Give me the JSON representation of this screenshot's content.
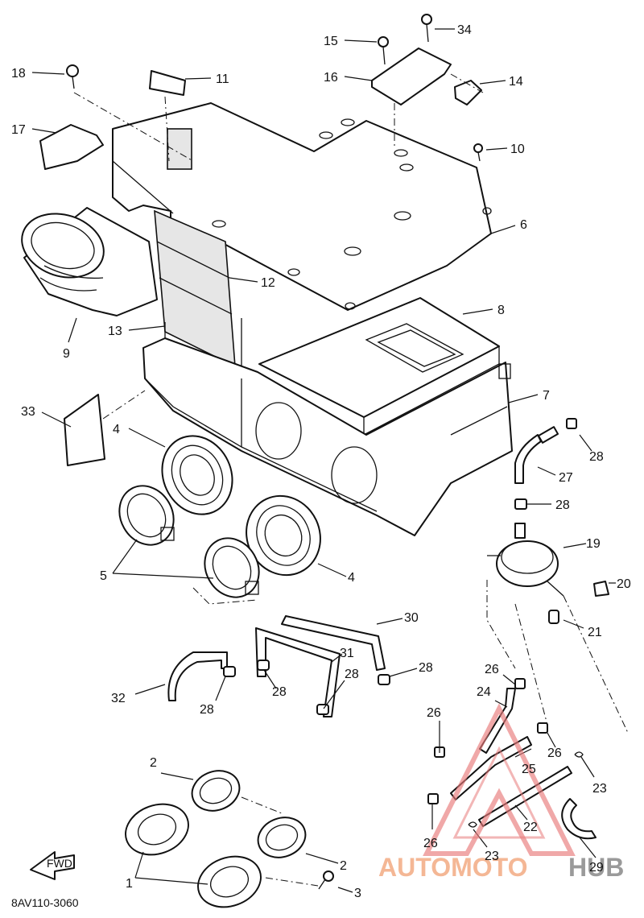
{
  "diagram": {
    "code": "8AV110-3060",
    "arrow_label": "FWD",
    "watermark": {
      "part1": "AUTOMOTO",
      "part2": "HUB",
      "color1": "#f08a5a",
      "color2": "#8a8a8a",
      "triangle_color": "#e87a7a"
    },
    "callouts": {
      "c1": "1",
      "c2a": "2",
      "c2b": "2",
      "c3": "3",
      "c4a": "4",
      "c4b": "4",
      "c5": "5",
      "c6": "6",
      "c7": "7",
      "c8": "8",
      "c9": "9",
      "c10": "10",
      "c11": "11",
      "c12": "12",
      "c13": "13",
      "c14": "14",
      "c15": "15",
      "c16": "16",
      "c17": "17",
      "c18": "18",
      "c19": "19",
      "c20": "20",
      "c21": "21",
      "c22": "22",
      "c23a": "23",
      "c23b": "23",
      "c24": "24",
      "c25": "25",
      "c26a": "26",
      "c26b": "26",
      "c26c": "26",
      "c26d": "26",
      "c27": "27",
      "c28a": "28",
      "c28b": "28",
      "c28c": "28",
      "c28d": "28",
      "c28e": "28",
      "c28f": "28",
      "c29": "29",
      "c30": "30",
      "c31": "31",
      "c32": "32",
      "c33": "33",
      "c34": "34"
    }
  }
}
